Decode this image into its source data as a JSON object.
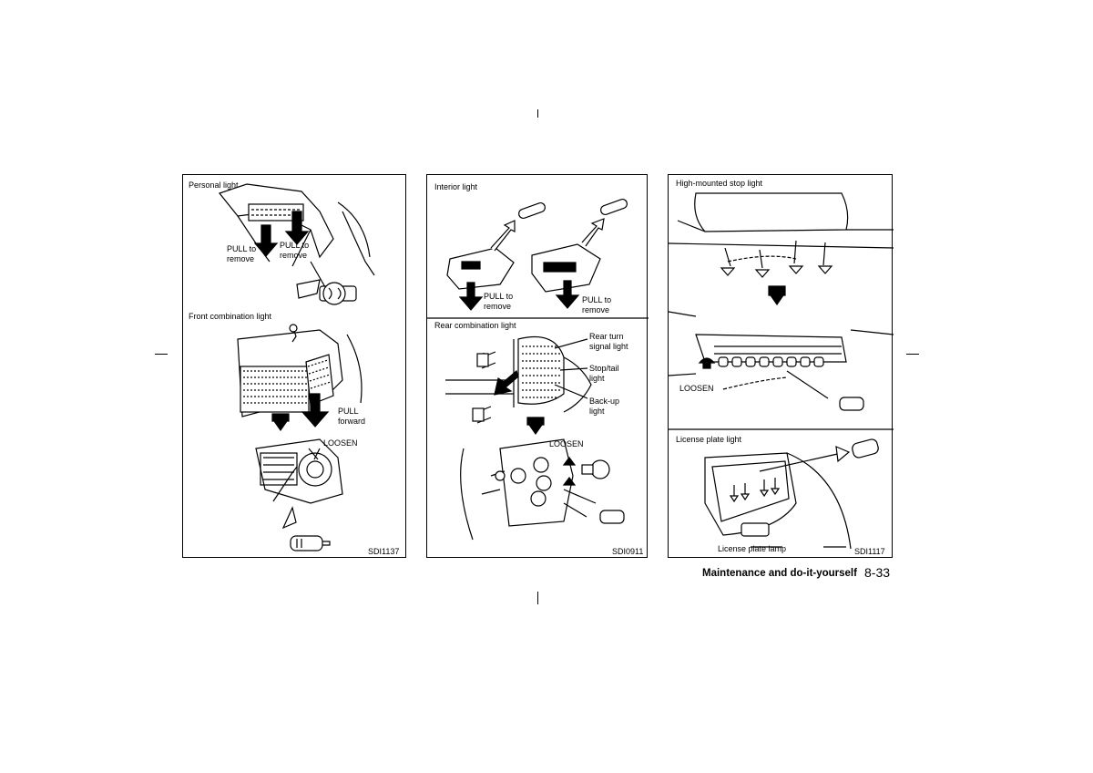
{
  "panels": {
    "left": {
      "personal_light": "Personal light",
      "pull_to_remove_1": "PULL to\nremove",
      "pull_to_remove_2": "PULL to\nremove",
      "front_combination_light": "Front combination light",
      "pull_forward": "PULL\nforward",
      "loosen": "LOOSEN",
      "code": "SDI1137"
    },
    "middle": {
      "interior_light": "Interior light",
      "pull_to_remove_1": "PULL to\nremove",
      "pull_to_remove_2": "PULL to\nremove",
      "rear_combination_light": "Rear combination light",
      "rear_turn_signal_light": "Rear turn\nsignal light",
      "stop_tail_light": "Stop/tail\nlight",
      "back_up_light": "Back-up\nlight",
      "loosen": "LOOSEN",
      "code": "SDI0911"
    },
    "right": {
      "high_mounted_stop_light": "High-mounted stop light",
      "loosen": "LOOSEN",
      "license_plate_light": "License plate light",
      "license_plate_lamp": "License plate lamp",
      "code": "SDI1117"
    }
  },
  "footer": {
    "section_title": "Maintenance and do-it-yourself",
    "page_number": "8-33"
  }
}
